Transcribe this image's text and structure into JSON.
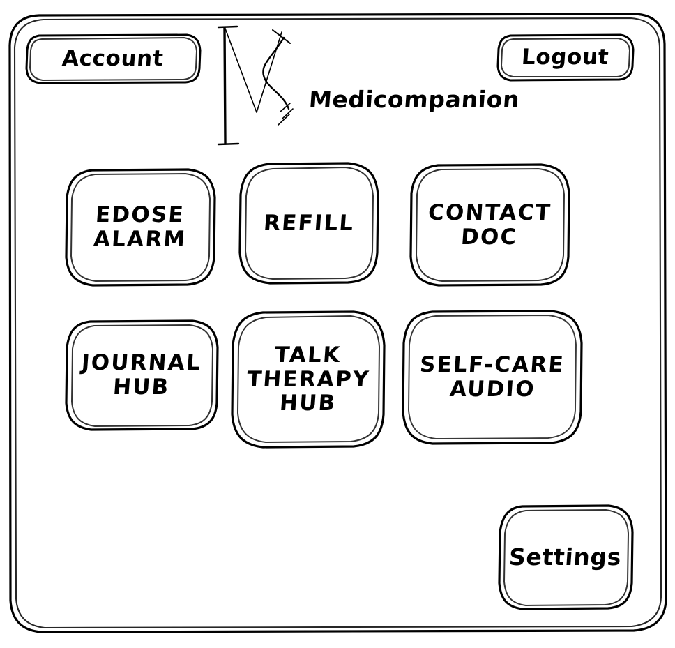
{
  "app": {
    "title": "Medicompanion",
    "style": "hand-drawn wireframe",
    "ink_color": "#000000",
    "background_color": "#ffffff"
  },
  "header": {
    "account_label": "Account",
    "logout_label": "Logout",
    "brand_title": "Medicompanion",
    "brand_mark_name": "medicompanion-logo-monogram"
  },
  "tiles": [
    {
      "name": "edose-alarm",
      "lines": [
        "EDOSE",
        "ALARM"
      ]
    },
    {
      "name": "refill",
      "lines": [
        "REFILL"
      ]
    },
    {
      "name": "contact-doc",
      "lines": [
        "CONTACT",
        "DOC"
      ]
    },
    {
      "name": "journal-hub",
      "lines": [
        "JOURNAL",
        "HUB"
      ]
    },
    {
      "name": "talk-therapy-hub",
      "lines": [
        "TALK",
        "THERAPY",
        "HUB"
      ]
    },
    {
      "name": "self-care-audio",
      "lines": [
        "SELF-CARE",
        "AUDIO"
      ]
    }
  ],
  "footer": {
    "settings_label": "Settings"
  }
}
